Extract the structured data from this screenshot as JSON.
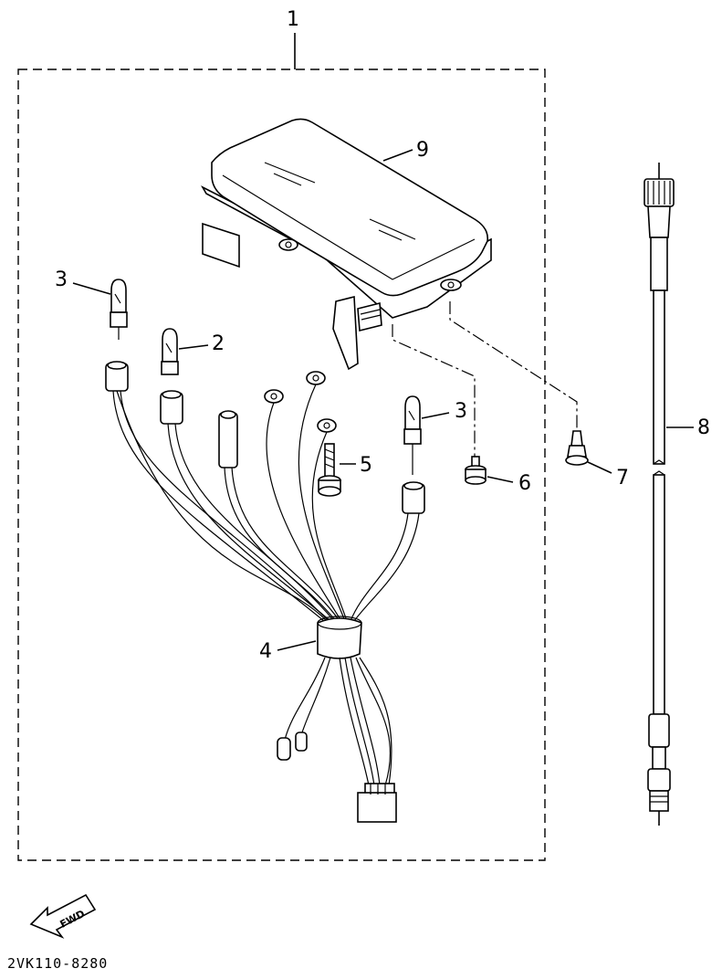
{
  "diagram": {
    "callouts": {
      "c1": "1",
      "c2": "2",
      "c3a": "3",
      "c3b": "3",
      "c4": "4",
      "c5": "5",
      "c6": "6",
      "c7": "7",
      "c8": "8",
      "c9": "9"
    },
    "fwd_label": "FWD",
    "drawing_code": "2VK110-8280"
  }
}
